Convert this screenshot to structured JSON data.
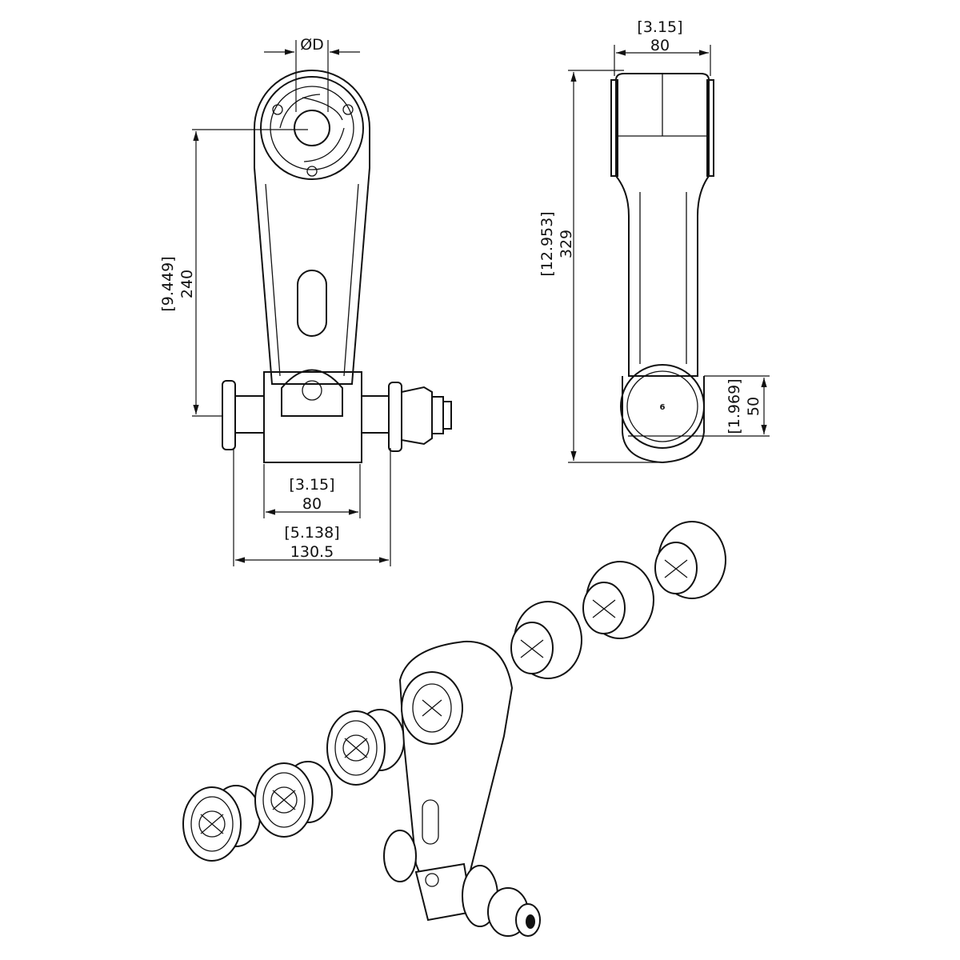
{
  "diameter_label": "ØD",
  "side_view": {
    "width_in": "[3.15]",
    "width_mm": "80",
    "height_in": "[12.953]",
    "height_mm": "329",
    "circle_in": "[1.969]",
    "circle_mm": "50",
    "center_mark": "6"
  },
  "front_view": {
    "height_in": "[9.449]",
    "height_mm": "240",
    "block_in": "[3.15]",
    "block_mm": "80",
    "overall_in": "[5.138]",
    "overall_mm": "130.5"
  }
}
